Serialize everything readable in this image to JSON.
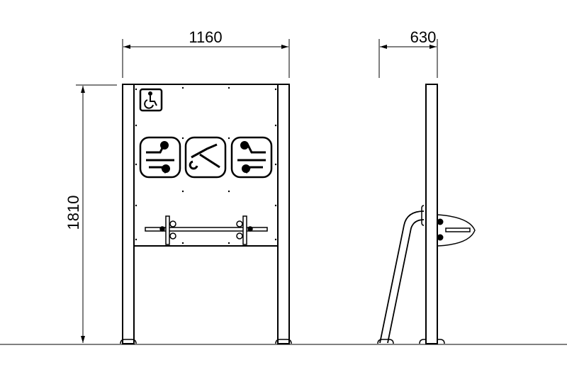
{
  "drawing": {
    "dimensions": {
      "front_width": "1160",
      "front_height": "1810",
      "side_depth": "630"
    },
    "colors": {
      "line": "#000000",
      "ground": "#808080",
      "background": "#ffffff"
    },
    "icons": [
      "wheelchair-accessibility-icon",
      "exercise-pictogram-1",
      "exercise-pictogram-2",
      "exercise-pictogram-3"
    ]
  }
}
